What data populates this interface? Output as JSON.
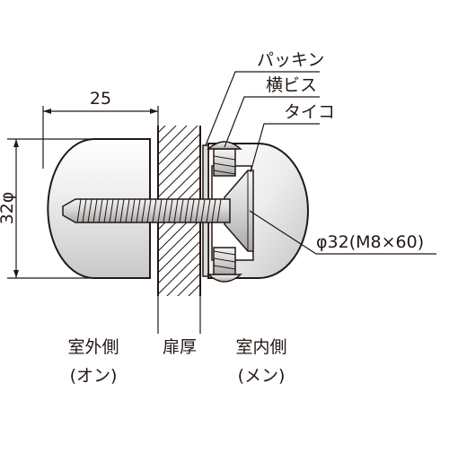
{
  "callouts": {
    "packing": "パッキン",
    "side_screw": "横ビス",
    "taiko": "タイコ",
    "spec": "φ32(M8×60)"
  },
  "dimensions": {
    "width_25": "25",
    "height_32": "32φ"
  },
  "bottom_labels": {
    "outdoor_main": "室外側",
    "outdoor_sub": "(オン)",
    "door_thickness": "扉厚",
    "indoor_main": "室内側",
    "indoor_sub": "(メン)"
  }
}
